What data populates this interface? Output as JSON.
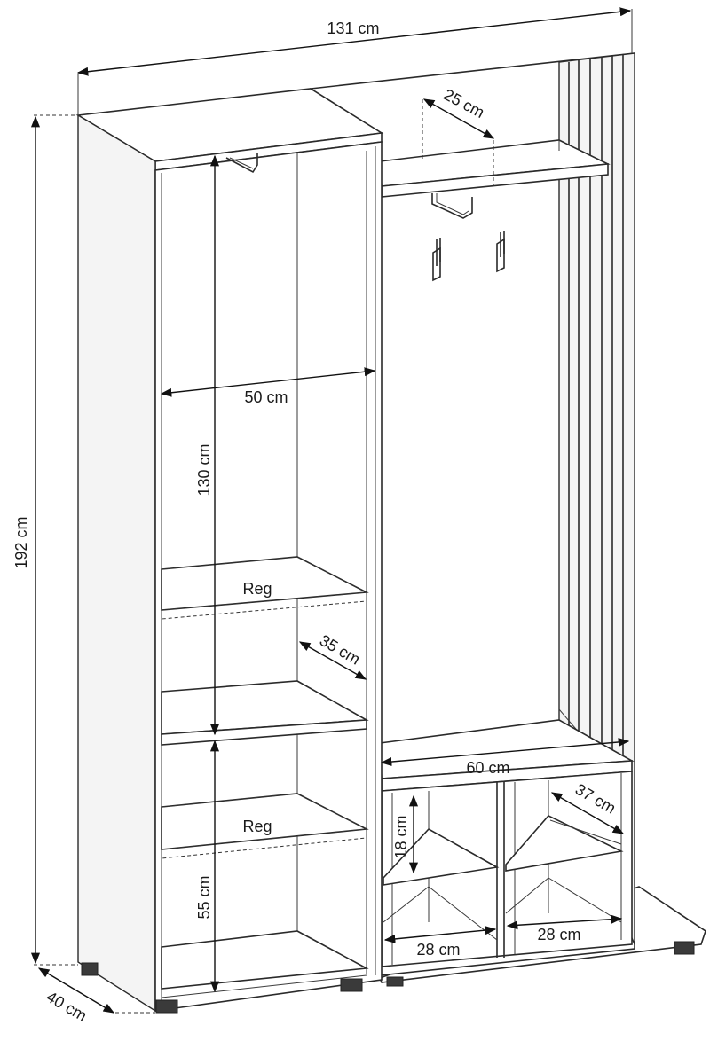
{
  "diagram": {
    "dimensions": {
      "total_width": "131 cm",
      "total_height": "192 cm",
      "depth": "40 cm",
      "hook_rail_depth": "25 cm",
      "cabinet_inner_width": "50 cm",
      "cabinet_upper_height": "130 cm",
      "cabinet_shelf_depth": "35 cm",
      "cabinet_lower_height": "55 cm",
      "bench_width": "60 cm",
      "bench_depth": "37 cm",
      "shoe_shelf_height": "18 cm",
      "shoe_compartment_left_width": "28 cm",
      "shoe_compartment_right_width": "28 cm"
    },
    "shelf_labels": {
      "upper": "Reg",
      "lower": "Reg"
    }
  }
}
